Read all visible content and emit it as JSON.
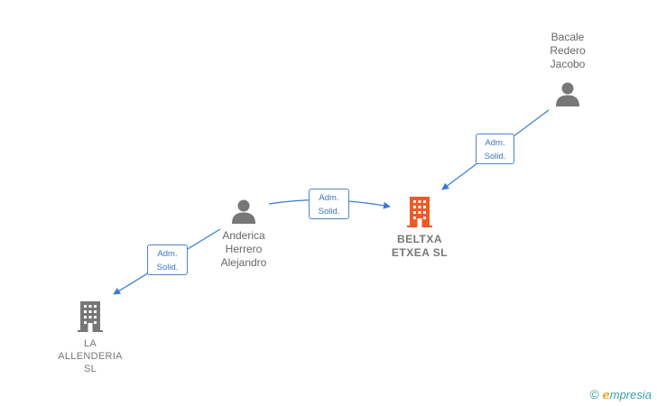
{
  "nodes": {
    "bacale": {
      "lines": [
        "Bacale",
        "Redero",
        "Jacobo"
      ],
      "kind": "person"
    },
    "anderica": {
      "lines": [
        "Anderica",
        "Herrero",
        "Alejandro"
      ],
      "kind": "person"
    },
    "beltxa": {
      "lines": [
        "BELTXA",
        "ETXEA SL"
      ],
      "kind": "company",
      "highlight": true
    },
    "allenderia": {
      "lines": [
        "LA",
        "ALLENDERIA",
        "SL"
      ],
      "kind": "company"
    }
  },
  "edges": [
    {
      "from": "bacale",
      "to": "beltxa",
      "label_lines": [
        "Adm.",
        "Solid."
      ]
    },
    {
      "from": "anderica",
      "to": "beltxa",
      "label_lines": [
        "Adm.",
        "Solid."
      ]
    },
    {
      "from": "anderica",
      "to": "allenderia",
      "label_lines": [
        "Adm.",
        "Solid."
      ]
    }
  ],
  "colors": {
    "person_icon": "#777777",
    "company_icon": "#777777",
    "company_highlight": "#f05a28",
    "edge": "#3a7bd5",
    "edge_label_border": "#4a86c8",
    "edge_label_text": "#3a75b8"
  },
  "watermark": {
    "symbol": "©",
    "brand_initial": "e",
    "brand_rest": "mpresia"
  }
}
